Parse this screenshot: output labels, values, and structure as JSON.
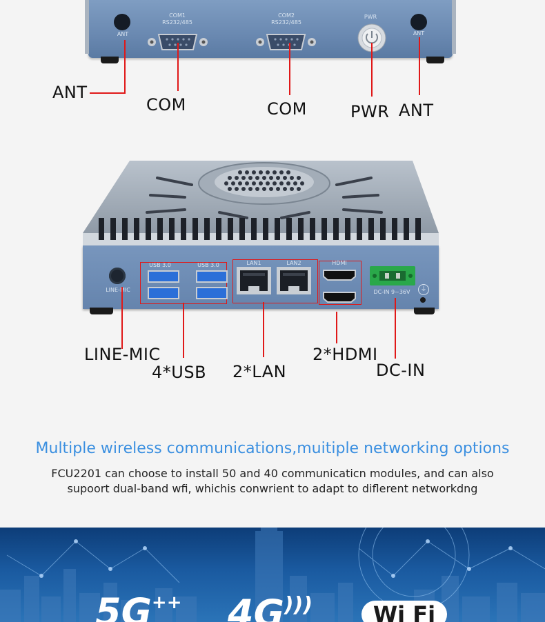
{
  "top_panel": {
    "port_labels": {
      "ant_left": "ANT",
      "com1_title": "COM1",
      "com1_sub": "RS232/485",
      "com2_title": "COM2",
      "com2_sub": "RS232/485",
      "pwr": "PWR",
      "ant_right": "ANT"
    },
    "callouts": {
      "ant_left": "ANT",
      "com1": "COM",
      "com2": "COM",
      "pwr": "PWR",
      "ant_right": "ANT"
    }
  },
  "rear_panel": {
    "port_labels": {
      "usb_left": "USB 3.0",
      "usb_right": "USB 3.0",
      "lan1": "LAN1",
      "lan2": "LAN2",
      "hdmi": "HDMI",
      "line_mic": "LINE-MIC",
      "dc_in": "DC-IN 9~36V"
    },
    "callouts": {
      "line_mic": "LINE-MIC",
      "usb": "4*USB",
      "lan": "2*LAN",
      "hdmi": "2*HDMI",
      "dc_in": "DC-IN"
    }
  },
  "section": {
    "heading": "Multiple wireless communications,muitiple networking options",
    "desc_line1": "FCU2201 can choose to install 50 and 40 communicaticn modules, and can also",
    "desc_line2": "supoort dual-band wfi, whichis conwrient to adapt to diflerent networkdng"
  },
  "banner": {
    "logo_5g": "5G",
    "logo_4g": "4G",
    "logo_wifi": "Wi Fi"
  },
  "colors": {
    "device_blue": "#6e8fb6",
    "callout_red": "#e01818",
    "heading_blue": "#3a8fe0"
  }
}
